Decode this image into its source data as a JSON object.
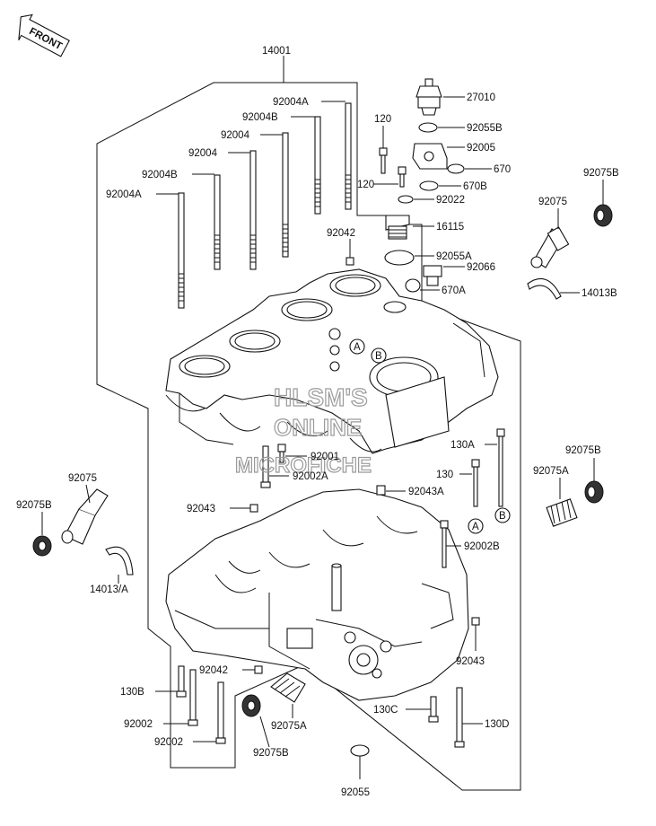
{
  "front_tag": "FRONT",
  "watermark": {
    "line1": "HLSM'S",
    "line2": "ONLINE",
    "line3": "MICROFICHE"
  },
  "labels": {
    "l14001": "14001",
    "l92004A_top": "92004A",
    "l92004B_top": "92004B",
    "l92004_1": "92004",
    "l92004_2": "92004",
    "l92004B_left": "92004B",
    "l92004A_left": "92004A",
    "l92042_top": "92042",
    "l120_a": "120",
    "l120_b": "120",
    "l27010": "27010",
    "l92055B": "92055B",
    "l92005": "92005",
    "l670": "670",
    "l670B": "670B",
    "l92022": "92022",
    "l16115": "16115",
    "l92055A": "92055A",
    "l92066": "92066",
    "l670A": "670A",
    "l92075B_tr": "92075B",
    "l92075_tr": "92075",
    "l14013B": "14013B",
    "l130A": "130A",
    "l130": "130",
    "l92001": "92001",
    "l92002A": "92002A",
    "l92043A": "92043A",
    "l92043_left": "92043",
    "l92075B_r": "92075B",
    "l92075A_r": "92075A",
    "l92002B": "92002B",
    "l92075_left": "92075",
    "l92075B_left": "92075B",
    "l14013A": "14013/A",
    "l92043_right": "92043",
    "l92042_bot": "92042",
    "l130B": "130B",
    "l92002_1": "92002",
    "l92002_2": "92002",
    "l92075B_bot": "92075B",
    "l92075A_bot": "92075A",
    "l130C": "130C",
    "l130D": "130D",
    "l92055": "92055",
    "refA_1": "A",
    "refB_1": "B",
    "refA_2": "A",
    "refB_2": "B"
  }
}
